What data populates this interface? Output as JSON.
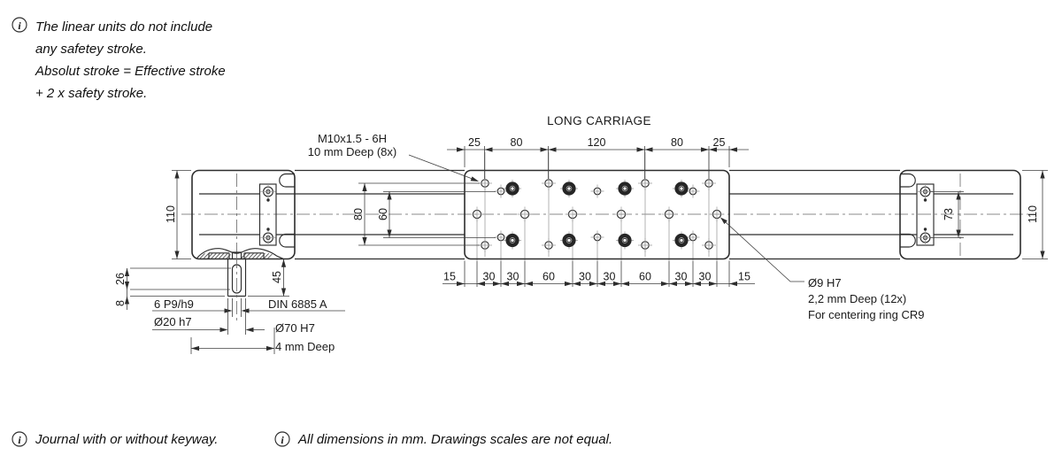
{
  "notes": {
    "info_symbol": "i",
    "top": [
      "The linear units do not include",
      "any safetey stroke.",
      "Absolut stroke = Effective stroke",
      "+ 2 x safety stroke."
    ],
    "bottom_left": "Journal with or without keyway.",
    "bottom_right": "All dimensions in mm. Drawings scales are not equal."
  },
  "title": "LONG CARRIAGE",
  "callouts": {
    "m10_line1": "M10x1.5 - 6H",
    "m10_line2": "10 mm Deep (8x)",
    "d9_line1": "Ø9 H7",
    "d9_line2": "2,2 mm Deep (12x)",
    "d9_line3": "For centering ring CR9",
    "keyway_width": "6 P9/h9",
    "keyway_standard": "DIN 6885 A",
    "journal_dia": "Ø20 h7",
    "bore_dia": "Ø70 H7",
    "bore_depth": "4 mm Deep"
  },
  "dims": {
    "top": [
      "25",
      "80",
      "120",
      "80",
      "25"
    ],
    "bottom": [
      "15",
      "30",
      "30",
      "60",
      "30",
      "30",
      "60",
      "30",
      "30",
      "15"
    ],
    "left_height": "110",
    "right_height": "110",
    "bolt_rows": "80",
    "inner_rows": "60",
    "plate_holes": "73",
    "keyway_len": "26",
    "keyway_offset": "8",
    "journal_len": "45"
  }
}
